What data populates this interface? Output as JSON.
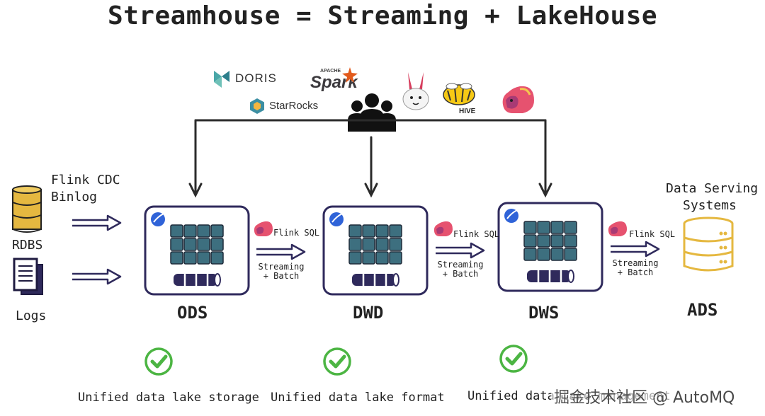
{
  "title": "Streamhouse = Streaming + LakeHouse",
  "tools": {
    "doris": "DORIS",
    "spark_apache": "APACHE",
    "spark": "Spark",
    "starrocks": "StarRocks",
    "hive": "HIVE"
  },
  "sources": {
    "cdc_line1": "Flink CDC",
    "cdc_line2": "Binlog",
    "rdbs": "RDBS",
    "logs": "Logs"
  },
  "flink_sql": "Flink SQL",
  "streaming": "Streaming",
  "batch": "+ Batch",
  "layers": [
    "ODS",
    "DWD",
    "DWS",
    "ADS"
  ],
  "serving_line1": "Data Serving",
  "serving_line2": "Systems",
  "captions": [
    "Unified data lake storage",
    "Unified data lake format",
    "Unified data lake management"
  ],
  "watermark": "掘金技术社区 @ AutoMQ",
  "colors": {
    "box_border": "#2f2a5c",
    "grid_fill": "#3d6f7f",
    "accent_blue": "#2f63d8",
    "db_gold": "#e5b840",
    "check_green": "#4cb543"
  }
}
